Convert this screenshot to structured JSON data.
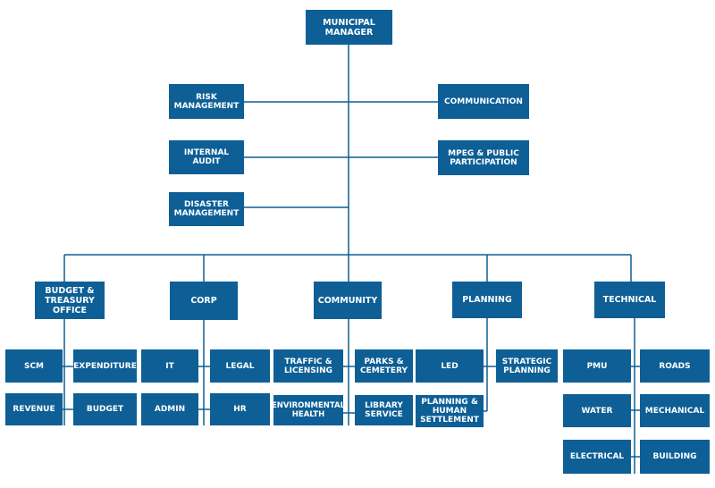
{
  "colors": {
    "box_fill": "#0d5f96",
    "box_text": "#ffffff",
    "connector": "#0d5f96",
    "background": "#ffffff"
  },
  "top": {
    "municipal_manager": "MUNICIPAL\nMANAGER"
  },
  "staff": {
    "risk_management": "RISK\nMANAGEMENT",
    "communication": "COMMUNICATION",
    "internal_audit": "INTERNAL\nAUDIT",
    "mpeg_public_participation": "MPEG & PUBLIC\nPARTICIPATION",
    "disaster_management": "DISASTER\nMANAGEMENT"
  },
  "departments": {
    "budget_treasury": {
      "label": "BUDGET &\nTREASURY\nOFFICE",
      "units": {
        "scm": "SCM",
        "expenditure": "EXPENDITURE",
        "revenue": "REVENUE",
        "budget": "BUDGET"
      }
    },
    "corp": {
      "label": "CORP",
      "units": {
        "it": "IT",
        "legal": "LEGAL",
        "admin": "ADMIN",
        "hr": "HR"
      }
    },
    "community": {
      "label": "COMMUNITY",
      "units": {
        "traffic_licensing": "TRAFFIC &\nLICENSING",
        "parks_cemetery": "PARKS &\nCEMETERY",
        "environmental_health": "ENVIRONMENTAL\nHEALTH",
        "library_service": "LIBRARY\nSERVICE"
      }
    },
    "planning": {
      "label": "PLANNING",
      "units": {
        "led": "LED",
        "strategic_planning": "STRATEGIC\nPLANNING",
        "planning_human_settlement": "PLANNING &\nHUMAN\nSETTLEMENT"
      }
    },
    "technical": {
      "label": "TECHNICAL",
      "units": {
        "pmu": "PMU",
        "roads": "ROADS",
        "water": "WATER",
        "mechanical": "MECHANICAL",
        "electrical": "ELECTRICAL",
        "building": "BUILDING"
      }
    }
  }
}
